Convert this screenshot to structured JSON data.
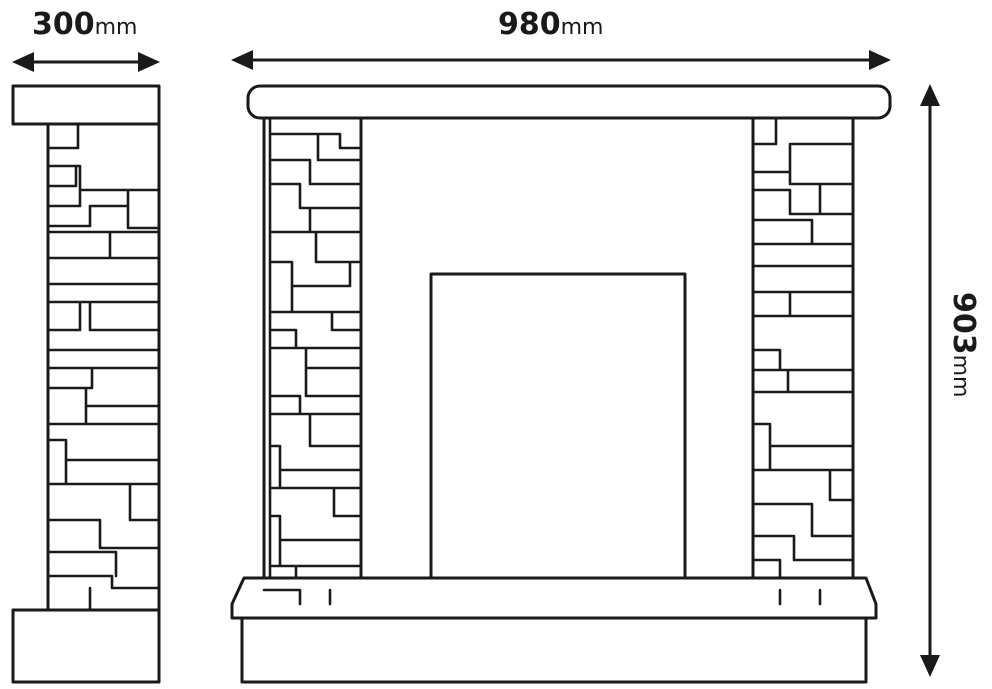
{
  "dimensions": {
    "depth": {
      "value": "300",
      "unit": "mm"
    },
    "width": {
      "value": "980",
      "unit": "mm"
    },
    "height": {
      "value": "903",
      "unit": "mm"
    }
  },
  "colors": {
    "line": "#1a1a1a",
    "background": "#ffffff"
  }
}
